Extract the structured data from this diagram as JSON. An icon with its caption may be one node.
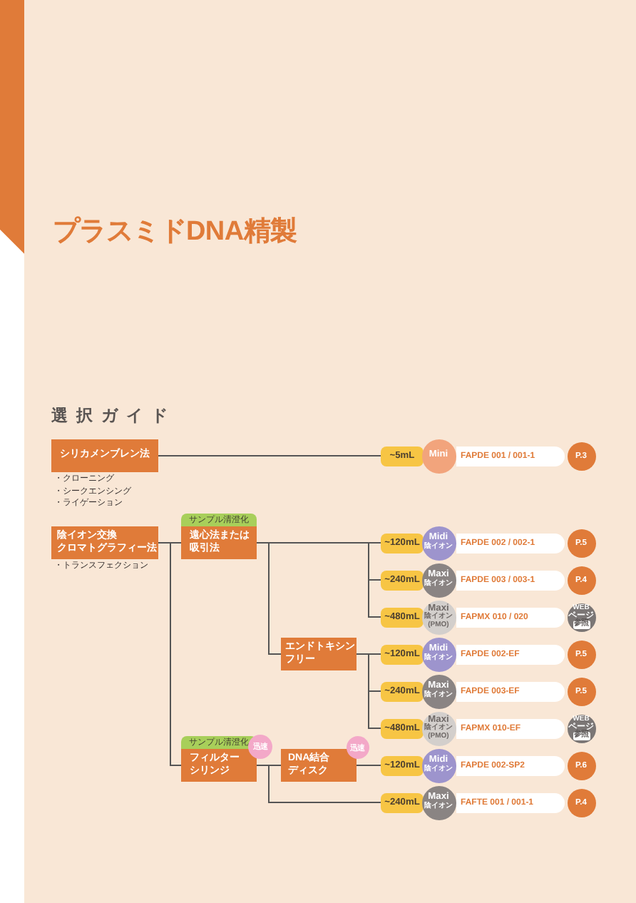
{
  "diagram": {
    "title": "プラスミドDNA精製",
    "nodes": [
      {
        "text": [
          "シリカメンブレン法"
        ],
        "beside": [
          "・クローニング",
          "・シークエンシング",
          "・ライゲーション"
        ]
      },
      {
        "text": [
          "陰イオン交換クロマトグラフィー法"
        ],
        "beside": [
          "・トランスフェクション"
        ]
      },
      {
        "text": [
          "遠心法または吸引法"
        ],
        "beside": [
          "サンプル清澄化"
        ]
      },
      {
        "text": [
          "エンドトキシンフリー"
        ]
      },
      {
        "text": [
          "フィルターシリンジ"
        ],
        "beside": [
          "サンプル清澄化",
          "迅速"
        ]
      },
      {
        "text": [
          "DNA結合ディスク"
        ],
        "beside": [
          "迅速"
        ]
      },
      {
        "text": [
          "~5mL"
        ]
      },
      {
        "text": [
          "Mini"
        ]
      },
      {
        "text": [
          "FAPDE 001 / 001-1"
        ]
      },
      {
        "text": [
          "P.3"
        ]
      },
      {
        "text": [
          "~120mL"
        ]
      },
      {
        "text": [
          "Midi",
          "陰イオン"
        ]
      },
      {
        "text": [
          "FAPDE 002 / 002-1"
        ]
      },
      {
        "text": [
          "P.5"
        ]
      },
      {
        "text": [
          "~240mL"
        ]
      },
      {
        "text": [
          "Maxi",
          "陰イオン"
        ]
      },
      {
        "text": [
          "FAPDE 003 / 003-1"
        ]
      },
      {
        "text": [
          "P.4"
        ]
      },
      {
        "text": [
          "~480mL"
        ]
      },
      {
        "text": [
          "Maxi",
          "陰イオン",
          "(PMO)"
        ]
      },
      {
        "text": [
          "FAPMX 010 / 020"
        ]
      },
      {
        "text": [
          "WEB",
          "ページ",
          "参照"
        ]
      },
      {
        "text": [
          "~120mL"
        ]
      },
      {
        "text": [
          "Midi",
          "陰イオン"
        ]
      },
      {
        "text": [
          "FAPDE 002-EF"
        ]
      },
      {
        "text": [
          "P.5"
        ]
      },
      {
        "text": [
          "~240mL"
        ]
      },
      {
        "text": [
          "Maxi",
          "陰イオン"
        ]
      },
      {
        "text": [
          "FAPDE 003-EF"
        ]
      },
      {
        "text": [
          "P.5"
        ]
      },
      {
        "text": [
          "~480mL"
        ]
      },
      {
        "text": [
          "Maxi",
          "陰イオン",
          "(PMO)"
        ]
      },
      {
        "text": [
          "FAPMX 010-EF"
        ]
      },
      {
        "text": [
          "WEB",
          "ページ",
          "参照"
        ]
      },
      {
        "text": [
          "~120mL"
        ]
      },
      {
        "text": [
          "Midi",
          "陰イオン"
        ]
      },
      {
        "text": [
          "FAPDE 002-SP2"
        ]
      },
      {
        "text": [
          "P.6"
        ]
      },
      {
        "text": [
          "~240mL"
        ]
      },
      {
        "text": [
          "Maxi",
          "陰イオン"
        ]
      },
      {
        "text": [
          "FAFTE 001 / 001-1"
        ]
      },
      {
        "text": [
          "P.4"
        ]
      }
    ],
    "edges": [
      {
        "from": 0,
        "to": 6,
        "arrow": "none"
      },
      {
        "from": 1,
        "to": 2,
        "arrow": "none"
      },
      {
        "from": 1,
        "to": 4,
        "arrow": "none"
      },
      {
        "from": 2,
        "to": 10,
        "arrow": "none"
      },
      {
        "from": 2,
        "to": 14,
        "arrow": "none"
      },
      {
        "from": 2,
        "to": 18,
        "arrow": "none"
      },
      {
        "from": 2,
        "to": 3,
        "arrow": "none"
      },
      {
        "from": 3,
        "to": 22,
        "arrow": "none"
      },
      {
        "from": 3,
        "to": 26,
        "arrow": "none"
      },
      {
        "from": 3,
        "to": 30,
        "arrow": "none"
      },
      {
        "from": 4,
        "to": 5,
        "arrow": "none"
      },
      {
        "from": 4,
        "to": 38,
        "arrow": "none"
      },
      {
        "from": 5,
        "to": 34,
        "arrow": "none"
      }
    ],
    "labels": [
      "選択ガイド"
    ]
  }
}
